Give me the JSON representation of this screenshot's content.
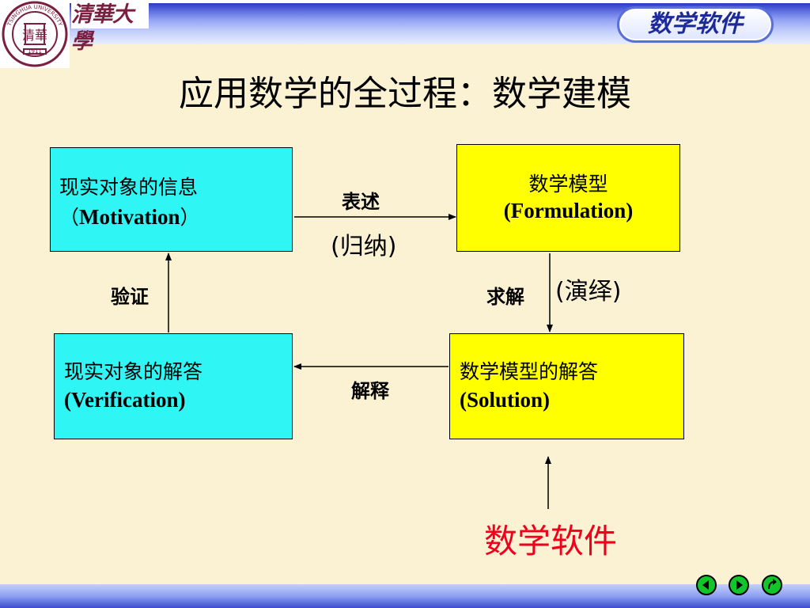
{
  "header": {
    "university_name": "清華大學",
    "logo_text": "TSINGHUA UNIVERSITY",
    "logo_seal_chars": "清華",
    "logo_year": "1911",
    "brand_pill": "数学软件"
  },
  "slide": {
    "title": "应用数学的全过程：数学建模"
  },
  "nodes": {
    "motivation": {
      "line1": "现实对象的信息",
      "line2_prefix": "（",
      "line2": "Motivation",
      "line2_suffix": "）"
    },
    "formulation": {
      "line1": "数学模型",
      "line2": "(Formulation)"
    },
    "verification": {
      "line1": "现实对象的解答",
      "line2": "(Verification)"
    },
    "solution": {
      "line1": "数学模型的解答",
      "line2": "(Solution)"
    }
  },
  "edges": {
    "express": "表述",
    "induction": "(归纳)",
    "solve": "求解",
    "deduction": "(演绎)",
    "verify": "验证",
    "interpret": "解释"
  },
  "bottom_label": "数学软件",
  "colors": {
    "background": "#fbf1d3",
    "cyan_box": "#2ff5f5",
    "yellow_box": "#ffff00",
    "accent_red": "#f0001a",
    "header_blue": "#2a39c8",
    "nav_green": "#11c52a"
  },
  "nav": {
    "prev_icon": "left-arrow-icon",
    "next_icon": "right-arrow-icon",
    "return_icon": "return-arrow-icon"
  }
}
